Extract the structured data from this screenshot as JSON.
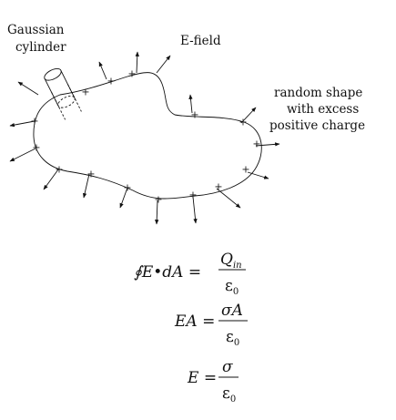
{
  "labels": {
    "gaussian_line1": "Gaussian",
    "gaussian_line2": "cylinder",
    "efield": "E-field",
    "shape_line1": "random shape",
    "shape_line2": "with excess",
    "shape_line3": "positive charge"
  },
  "equations": {
    "eq1": {
      "lhs": "∮E•dA =",
      "num_main": "Q",
      "num_sub": "in",
      "den_main": "ε",
      "den_sub": "0"
    },
    "eq2": {
      "lhs": "EA =",
      "num_main": "σA",
      "den_main": "ε",
      "den_sub": "0"
    },
    "eq3": {
      "lhs": "E =",
      "num_main": "σ",
      "den_main": "ε",
      "den_sub": "0"
    }
  },
  "plus_sign": "+",
  "colors": {
    "ink": "#111111",
    "background": "#ffffff"
  }
}
